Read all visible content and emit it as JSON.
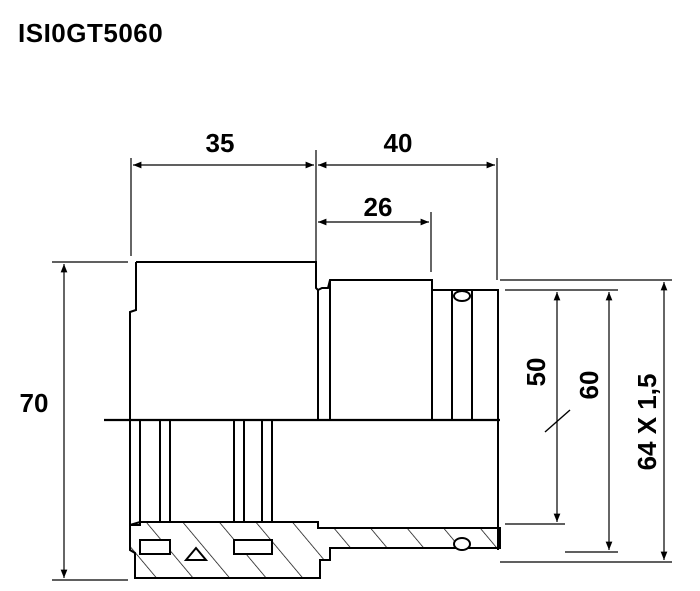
{
  "title": "ISI0GT5060",
  "dimensions": {
    "length_left": "35",
    "length_right": "40",
    "length_inner": "26",
    "overall_diameter": "70",
    "bore_diameter": "50",
    "inner_diameter": "60",
    "thread": "64 X 1,5"
  }
}
